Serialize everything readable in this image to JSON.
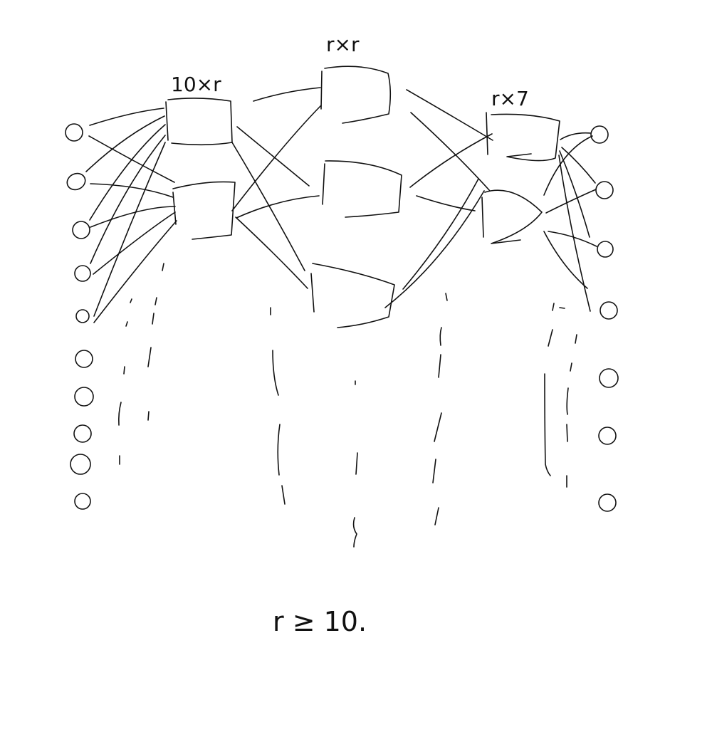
{
  "diagram": {
    "labels": {
      "left_matrix": "10×r",
      "middle_matrix": "r×r",
      "right_matrix": "r×7",
      "constraint": "r ≥ 10."
    },
    "colors": {
      "ink": "#111111",
      "background": "#ffffff"
    },
    "input_node_count": 10,
    "output_node_count": 7,
    "layers": [
      {
        "id": "layer-1",
        "visible_units": 2
      },
      {
        "id": "layer-2",
        "visible_units": 3
      },
      {
        "id": "layer-3",
        "visible_units": 2
      }
    ]
  }
}
